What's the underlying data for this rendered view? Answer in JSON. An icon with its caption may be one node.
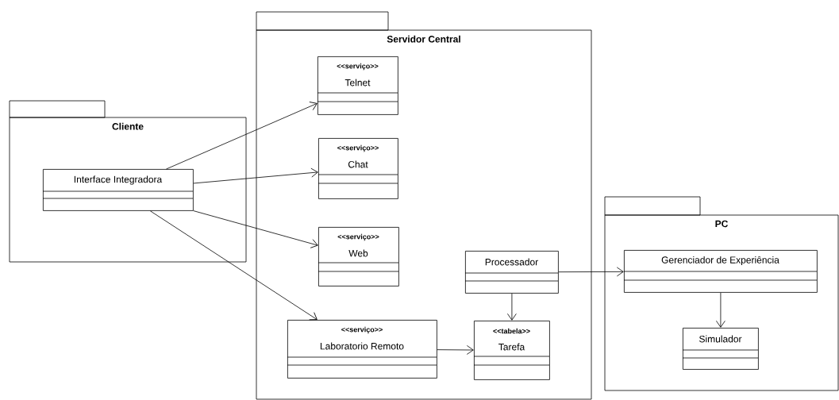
{
  "diagram": {
    "nodes": [
      {
        "text": [
          "Cliente"
        ]
      },
      {
        "text": [
          "Interface Integradora"
        ],
        "in": 0
      },
      {
        "text": [
          "Servidor Central"
        ]
      },
      {
        "text": [
          "<<serviço>>",
          "Telnet"
        ],
        "in": 2
      },
      {
        "text": [
          "<<serviço>>",
          "Chat"
        ],
        "in": 2
      },
      {
        "text": [
          "<<serviço>>",
          "Web"
        ],
        "in": 2
      },
      {
        "text": [
          "<<serviço>>",
          "Laboratorio Remoto"
        ],
        "in": 2
      },
      {
        "text": [
          "Processador"
        ],
        "in": 2
      },
      {
        "text": [
          "<<tabela>>",
          "Tarefa"
        ],
        "in": 2
      },
      {
        "text": [
          "PC"
        ]
      },
      {
        "text": [
          "Gerenciador de Experiência"
        ],
        "in": 9
      },
      {
        "text": [
          "Simulador"
        ],
        "in": 9
      }
    ],
    "edges": [
      {
        "from": 1,
        "to": 3,
        "arrow": "to"
      },
      {
        "from": 1,
        "to": 4,
        "arrow": "to"
      },
      {
        "from": 1,
        "to": 5,
        "arrow": "to"
      },
      {
        "from": 1,
        "to": 6,
        "arrow": "to"
      },
      {
        "from": 6,
        "to": 8,
        "arrow": "to"
      },
      {
        "from": 7,
        "to": 8,
        "arrow": "to"
      },
      {
        "from": 7,
        "to": 10,
        "arrow": "to"
      },
      {
        "from": 10,
        "to": 11,
        "arrow": "to"
      }
    ]
  }
}
